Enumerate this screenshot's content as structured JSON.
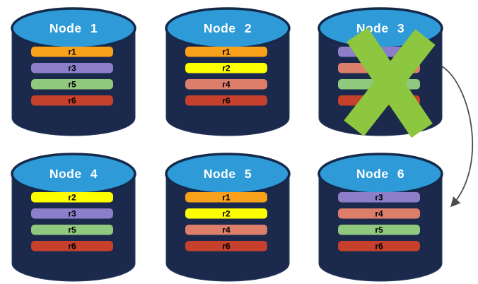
{
  "diagram": {
    "description": "Six replicated database nodes; Node 3 has failed (green X) and its replicas fail over to Node 6 (curved arrow).",
    "colors": {
      "background": "#FFFFFF",
      "cylinder_body": "#1B2A4C",
      "cylinder_outline": "#2A3A60",
      "cylinder_top": "#2E9BD8",
      "cylinder_top_border": "#15294A",
      "node_label_text": "#FFFFFF",
      "replica_label_text": "#000000",
      "failure_x": "#8DC63F",
      "arrow": "#4D4D4D"
    },
    "replica_colors": {
      "r1": "#F9A11B",
      "r2": "#FDFE00",
      "r3": "#8C7EC8",
      "r4": "#DD7E6B",
      "r5": "#90C97E",
      "r6": "#C6402C"
    },
    "nodes": [
      {
        "label": "Node 1",
        "failed": false,
        "replicas": [
          "r1",
          "r3",
          "r5",
          "r6"
        ]
      },
      {
        "label": "Node 2",
        "failed": false,
        "replicas": [
          "r1",
          "r2",
          "r4",
          "r6"
        ]
      },
      {
        "label": "Node 3",
        "failed": true,
        "replicas": [
          "r3",
          "r4",
          "r5",
          "r6"
        ]
      },
      {
        "label": "Node 4",
        "failed": false,
        "replicas": [
          "r2",
          "r3",
          "r5",
          "r6"
        ]
      },
      {
        "label": "Node 5",
        "failed": false,
        "replicas": [
          "r1",
          "r2",
          "r4",
          "r6"
        ]
      },
      {
        "label": "Node 6",
        "failed": false,
        "replicas": [
          "r3",
          "r4",
          "r5",
          "r6"
        ]
      }
    ],
    "arrow": {
      "from": "Node 3",
      "to": "Node 6"
    }
  }
}
